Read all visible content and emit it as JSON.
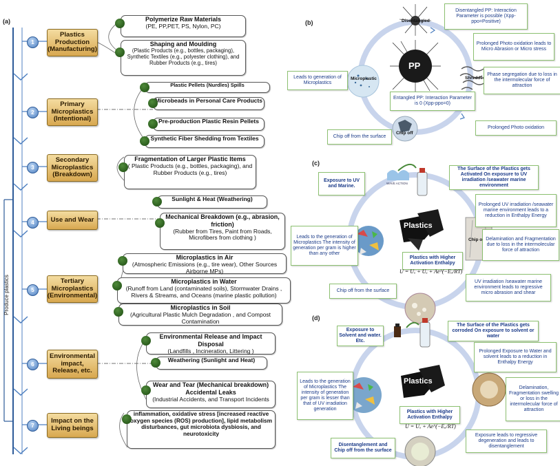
{
  "panel_a": {
    "label": "(a)",
    "axis_label": "Produce plastics",
    "stages": [
      {
        "num": "1",
        "label": "Plastics Production (Manufacturing)"
      },
      {
        "num": "2",
        "label": "Primary Microplastics (Intentional)"
      },
      {
        "num": "3",
        "label": "Secondary Microplastics (Breakdown)"
      },
      {
        "num": "4",
        "label": "Use and Wear"
      },
      {
        "num": "5",
        "label": "Tertiary Microplastics (Environmental)"
      },
      {
        "num": "6",
        "label": "Environmental impact, Release, etc."
      },
      {
        "num": "7",
        "label": "Impact on the Living beings"
      }
    ],
    "boxes": [
      {
        "title": "Polymerize Raw Materials",
        "text": "(PE, PP,PET, PS, Nylon, PC)"
      },
      {
        "title": "Shaping and Moulding",
        "text": "(Plastic Products (e.g., bottles, packaging), Synthetic Textiles (e.g., polyester clothing), and Rubber Products (e.g., tires)"
      },
      {
        "title": "Plastic Pellets (Nurdles) Spills",
        "text": ""
      },
      {
        "title": "Microbeads in Personal Care Products",
        "text": ""
      },
      {
        "title": "Pre-production Plastic Resin Pellets",
        "text": ""
      },
      {
        "title": "Synthetic Fiber Shedding from Textiles",
        "text": ""
      },
      {
        "title": "Fragmentation of Larger Plastic Items",
        "text": "( Plastic Products (e.g., bottles, packaging), and Rubber Products (e.g., tires)"
      },
      {
        "title": "Sunlight & Heat (Weathering)",
        "text": ""
      },
      {
        "title": "Mechanical Breakdown (e.g., abrasion, friction)",
        "text": "(Rubber from Tires, Paint from Roads, Microfibers from clothing )"
      },
      {
        "title": "Microplastics in Air",
        "text": "(Atmospheric Emissions (e.g., tire wear), Other Sources Airborne MPs)"
      },
      {
        "title": "Microplastics in Water",
        "text": "(Runoff from Land (contaminated soils), Stormwater Drains , Rivers & Streams, and Oceans (marine plastic pollution)"
      },
      {
        "title": "Microplastics in Soil",
        "text": "(Agricultural Plastic Mulch Degradation , and Compost Contamination"
      },
      {
        "title": "Environmental Release and Impact Disposal",
        "text": "(Landfills , Incineration, Littering )"
      },
      {
        "title": "Weathering (Sunlight and Heat)",
        "text": ""
      },
      {
        "title": "Wear and Tear (Mechanical breakdown) Accidental Leaks",
        "text": "(Industrial Accidents, and Transport Incidents"
      },
      {
        "title": "inflammation, oxidative stress [increased reactive oxygen species (ROS) production], lipid metabolism disturbances, gut microbiota dysbiosis, and neurotoxicity",
        "text": ""
      }
    ]
  },
  "panel_b": {
    "label": "(b)",
    "center_label": "PP",
    "image_labels": {
      "top": "Disentangled",
      "left": "Microplastic",
      "right": "Shredded",
      "bottom": "Chip off"
    },
    "notes": {
      "top": "Disentangled PP: Interaction Parameter is possible (Xpp-ppo=Positive)",
      "right1": "Prolonged Photo oxidation leads to Micro Abrasion or Micro stress",
      "right2": "Phase segregation due to loss in the intermolecular force of attraction",
      "left": "Leads to generation of Microplastics",
      "center": "Entangled PP: Interaction Parameter is 0 (Xpp-ppo=0)",
      "right3": "Prolonged Photo oxidation",
      "bottom_left": "Chip off from the surface"
    }
  },
  "panel_c": {
    "label": "(c)",
    "center_label": "Plastics",
    "image_labels": {
      "wave": "WAVE ACTION",
      "right": "Chip off"
    },
    "notes": {
      "top_left": "Exposure to UV and Marine.",
      "top_right": "The Surface of the Plastics gets Activated On exposure to UV irradiation /seawater marine environment",
      "right1": "Prolonged UV irradiation /seawater marine environment leads to a reduction in Enthalpy Energy",
      "right2": "Delamination and Fragmentation due to loss in the intermolecular force of attraction",
      "left": "Leads to the generation of Microplastics The intensity of generation per gram is higher than any other",
      "center": "Plastics with Higher Activation Enthalpy",
      "bottom_left": "Chip off from the surface",
      "bottom_right": "UV irradiation /seawater marine environment leads to regressive micro abrasion and shear"
    },
    "equation": "U = Uₒ + Uᵤ + Ae^(−Eₐ/RT)"
  },
  "panel_d": {
    "label": "(d)",
    "center_label": "Plastics",
    "notes": {
      "top_left": "Exposure to Solvent and water. Etc.",
      "top_right": "The Surface of the Plastics gets corroded On exposure to solvent or water",
      "right1": "Prolonged Exposure to Water and solvent leads to a reduction in Enthalpy Energy",
      "right2": "Delamination, Fragmentation swelling or loss in the intermolecular force of attraction",
      "left": "Leads to the generation of Microplastics The intensity of generation per gram is lesser than that of UV irradiation generation",
      "center": "Plastics with Higher Activation Enthalpy",
      "bottom_left": "Disentanglement and Chip off from the surface",
      "bottom_right": "Exposure leads to regressive degeneration and leads to disentanglement"
    },
    "equation": "U = Uₒ + Ae^(−Eₐ/RT)"
  }
}
